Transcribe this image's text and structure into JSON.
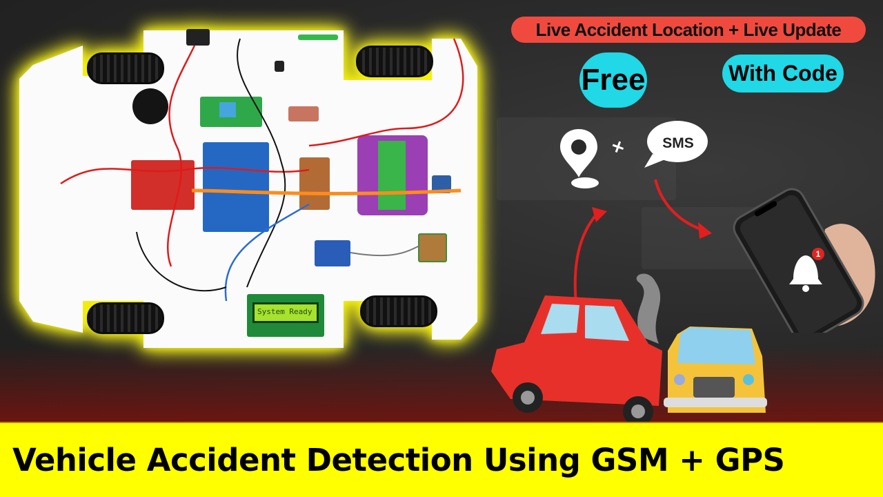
{
  "banner": {
    "headline": "Live Accident Location + Live Update",
    "badge_free": "Free",
    "badge_code": "With Code",
    "headline_color": "#f04a3f",
    "badge_color": "#20d8e6"
  },
  "icons": {
    "location": "location-pin-icon",
    "plus": "plus-icon",
    "sms": "sms-bubble-icon",
    "notification": "bell-icon"
  },
  "sms_label": "SMS",
  "plus_symbol": "+",
  "phone": {
    "notification_count": "1"
  },
  "prototype": {
    "lcd_text": "System Ready",
    "glow_color": "#f4f000"
  },
  "footer": {
    "title": "Vehicle Accident Detection Using GSM + GPS",
    "background": "#ffff00"
  }
}
